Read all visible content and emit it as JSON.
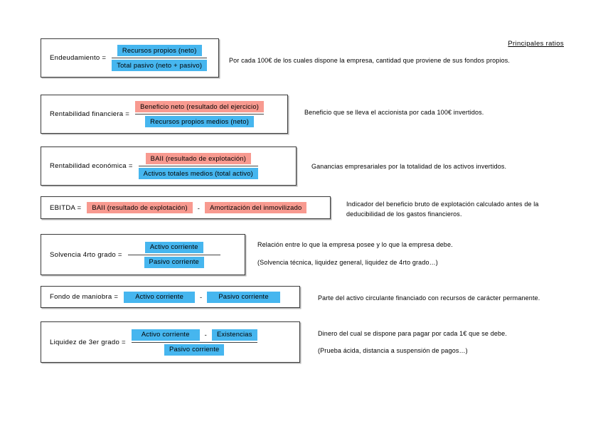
{
  "document": {
    "title": "Principales ratios",
    "colors": {
      "highlight_blue": "#46b6ef",
      "highlight_pink": "#f89a90",
      "box_border": "#3a3a3a",
      "background": "#ffffff",
      "text": "#000000"
    }
  },
  "ratios": [
    {
      "id": "endeudamiento",
      "label": "Endeudamiento =",
      "type": "fraction",
      "numerator": "Recursos propios (neto)",
      "numerator_color": "blue",
      "denominator": "Total pasivo  (neto + pasivo)",
      "denominator_color": "blue",
      "description_lines": [
        "Por cada 100€ de los cuales dispone la empresa, cantidad que proviene de sus fondos propios."
      ]
    },
    {
      "id": "rentabilidad-financiera",
      "label": "Rentabilidad financiera =",
      "type": "fraction",
      "numerator": "Beneficio neto (resultado del ejercicio)",
      "numerator_color": "pink",
      "denominator": "Recursos propios medios (neto)",
      "denominator_color": "blue",
      "description_lines": [
        "Beneficio que se lleva el accionista por cada 100€ invertidos."
      ]
    },
    {
      "id": "rentabilidad-economica",
      "label": "Rentabilidad económica =",
      "type": "fraction",
      "numerator": "BAII (resultado de explotación)",
      "numerator_color": "pink",
      "denominator": "Activos totales medios (total activo)",
      "denominator_color": "blue",
      "description_lines": [
        "Ganancias empresariales por la totalidad de los activos invertidos."
      ]
    },
    {
      "id": "ebitda",
      "label": "EBITDA =",
      "type": "inline",
      "terms": [
        {
          "text": "BAII (resultado de explotación)",
          "color": "pink"
        },
        {
          "text": "-",
          "color": "none"
        },
        {
          "text": "Amortización del inmovilizado",
          "color": "pink"
        }
      ],
      "description_lines": [
        "Indicador del beneficio bruto de explotación calculado antes de la",
        "deducibilidad de los gastos financieros."
      ]
    },
    {
      "id": "solvencia-4rto-grado",
      "label": "Solvencia 4rto grado =",
      "type": "fraction",
      "numerator": "Activo corriente",
      "numerator_color": "blue",
      "denominator": "Pasivo corriente",
      "denominator_color": "blue",
      "description_lines": [
        "Relación entre lo que la empresa posee y lo que la empresa debe.",
        "(Solvencia técnica, liquidez general, liquidez de 4rto grado…)"
      ]
    },
    {
      "id": "fondo-de-maniobra",
      "label": "Fondo de maniobra =",
      "type": "inline",
      "terms": [
        {
          "text": "Activo corriente",
          "color": "blue"
        },
        {
          "text": "-",
          "color": "none"
        },
        {
          "text": "Pasivo corriente",
          "color": "blue"
        }
      ],
      "description_lines": [
        "Parte del activo circulante financiado con recursos de carácter permanente."
      ]
    },
    {
      "id": "liquidez-3er-grado",
      "label": "Liquidez de 3er grado =",
      "type": "fraction-compound",
      "numerator_terms": [
        {
          "text": "Activo corriente",
          "color": "blue"
        },
        {
          "text": "-",
          "color": "none"
        },
        {
          "text": "Existencias",
          "color": "blue"
        }
      ],
      "denominator": "Pasivo corriente",
      "denominator_color": "blue",
      "description_lines": [
        "Dinero del cual se dispone para pagar por cada 1€ que se debe.",
        "(Prueba ácida, distancia a suspensión de pagos…)"
      ]
    }
  ]
}
